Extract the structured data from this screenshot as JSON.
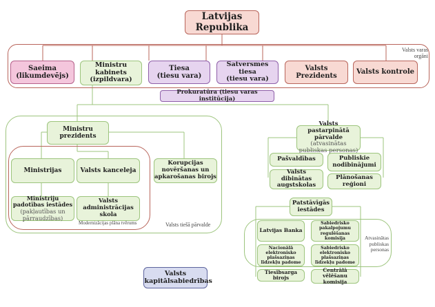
{
  "title": "Latvijas Republika",
  "regions": {
    "state_organs": "Valsts varas orgāni",
    "direct_admin": "Valsts tiešā pārvalde",
    "modernization": "Modernizācijas plāna tvērums",
    "derived_public": "Atvasinātas publiskas personas"
  },
  "organs": [
    {
      "line1": "Saeima",
      "line2": "(likumdevējs)"
    },
    {
      "line1": "Ministru",
      "line2": "kabinets",
      "line3": "(izpildvara)"
    },
    {
      "line1": "Tiesa",
      "line2": "(tiesu vara)"
    },
    {
      "line1": "Satversmes tiesa",
      "line2": "(tiesu vara)"
    },
    {
      "line1": "Valsts Prezidents"
    },
    {
      "line1": "Valsts kontrole"
    }
  ],
  "prosecution": "Prokuratūra (tiesu varas institūcija)",
  "direct": {
    "prime_minister": "Ministru prezidents",
    "ministries": "Ministrijas",
    "chancery": "Valsts kanceleja",
    "subordinate_bold": "Ministriju padotības iestādes",
    "subordinate_light": "(pakļautības un pārraudzības)",
    "school": "Valsts administrācijas skola",
    "anticorruption": "Korupcijas novēršanas un apkarošanas birojs"
  },
  "indirect": {
    "title_bold": "Valsts pastarpinātā pārvalde",
    "title_light": "(atvasinātas publiskas personas)",
    "items": [
      "Pašvaldības",
      "Publiskie nodibinājumi",
      "Valsts dibinātas augstskolas",
      "Plānošanas reģioni"
    ]
  },
  "independent": {
    "title": "Patstāvīgās iestādes",
    "items": [
      "Latvijas Banka",
      "Sabiedrisko pakalpojumu regulēšanas komisija",
      "Nacionālā elektronisko plašsaziņas līdzekļu padome",
      "Sabiedrisko elektronisko plašsaziņas līdzekļu padome",
      "Tiesībsarga birojs",
      "Centrālā vēlēšanu komisija"
    ]
  },
  "companies": "Valsts kapitālsabiedrības"
}
